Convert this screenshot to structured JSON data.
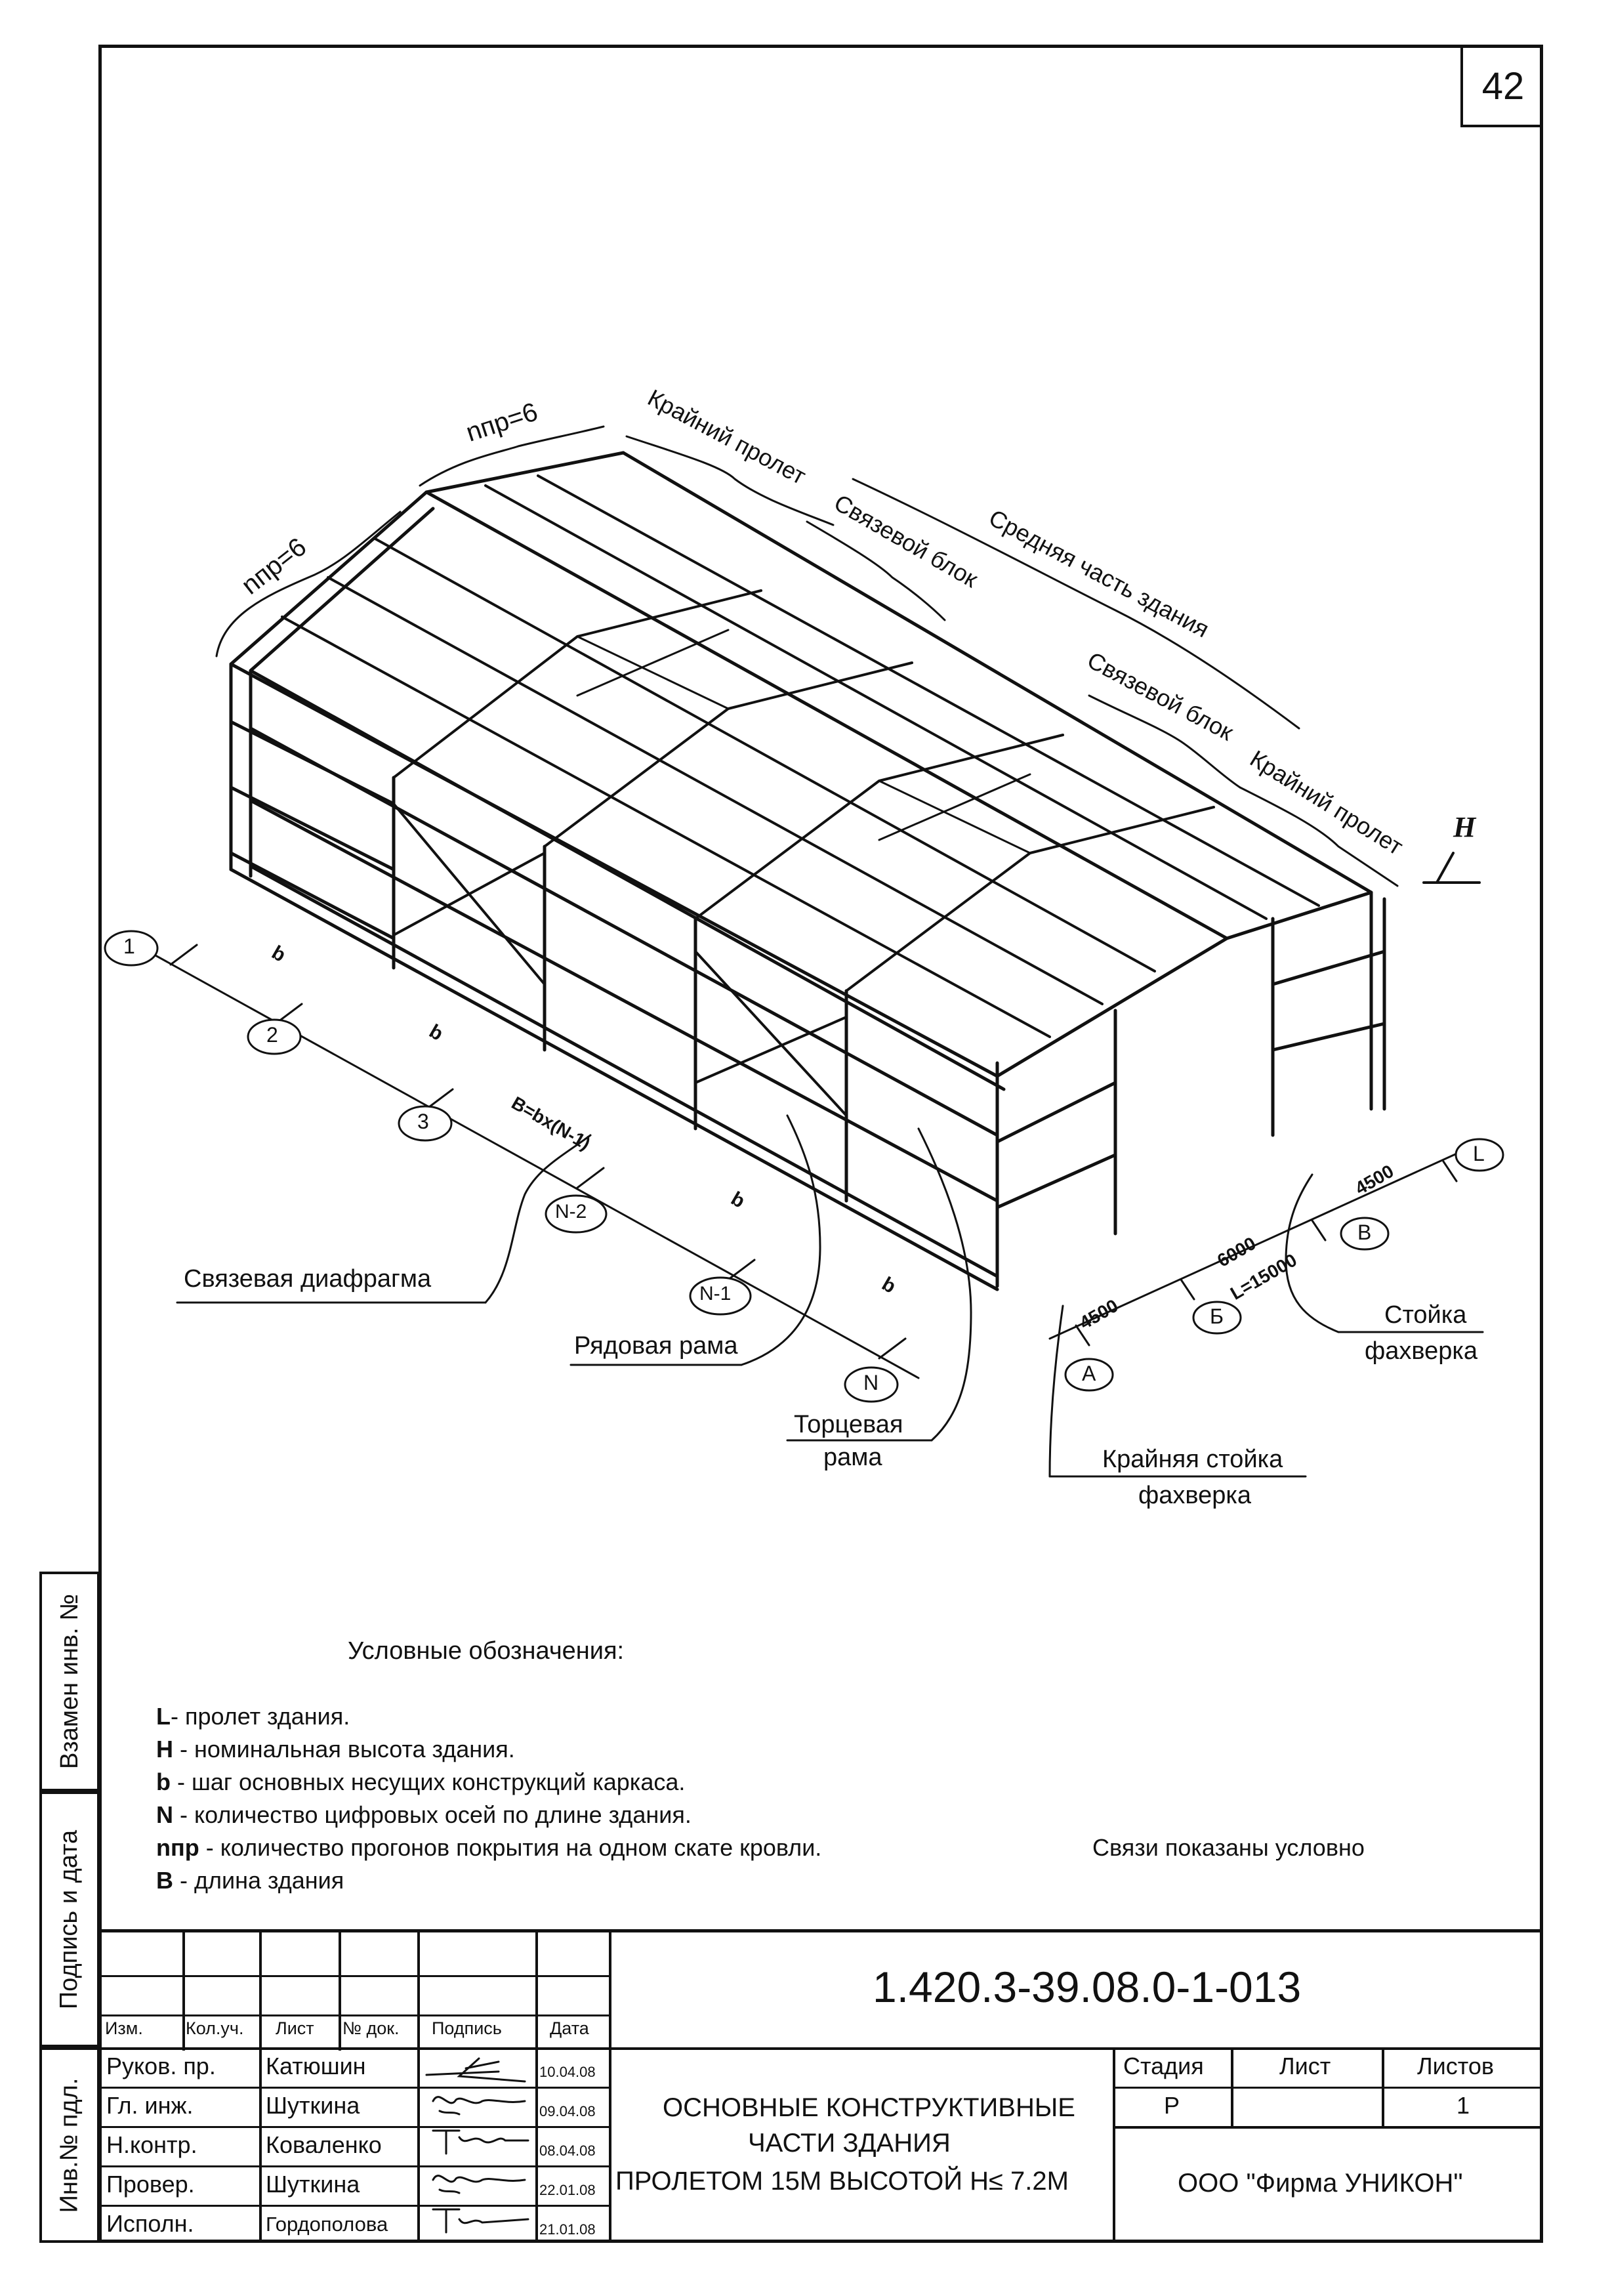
{
  "page_number": "42",
  "side_stamps": [
    "Взамен инв. №",
    "Подпись и дата",
    "Инв.№ пдл."
  ],
  "drawing": {
    "dim_labels": {
      "npr_left": "nпр=6",
      "npr_top": "nпр=6",
      "edge_span_top": "Крайний пролет",
      "brace_block_top": "Связевой блок",
      "middle_part": "Средняя часть здания",
      "brace_block_bottom": "Связевой блок",
      "edge_span_bottom": "Крайний пролет",
      "height": "H",
      "step_1": "b",
      "step_2": "b",
      "step_3": "b",
      "step_4": "b",
      "length_formula": "B=bx(N-1)",
      "dim_4500_a": "4500",
      "dim_6000": "6000",
      "dim_L": "L=15000",
      "dim_4500_b": "4500"
    },
    "axes_numeric": [
      "1",
      "2",
      "3",
      "N-2",
      "N-1",
      "N"
    ],
    "axes_letter": [
      "A",
      "Б",
      "В",
      "L"
    ],
    "callouts": {
      "brace_diaphragm": "Связевая диафрагма",
      "row_frame": "Рядовая рама",
      "end_frame_1": "Торцевая",
      "end_frame_2": "рама",
      "edge_post_1": "Крайняя стойка",
      "edge_post_2": "фахверка",
      "post_1": "Стойка",
      "post_2": "фахверка"
    }
  },
  "legend": {
    "title": "Условные обозначения:",
    "items": [
      {
        "sym": "L",
        "text": "- пролет здания."
      },
      {
        "sym": "H",
        "text": " - номинальная высота здания."
      },
      {
        "sym": "b",
        "text": " - шаг основных несущих конструкций каркаса."
      },
      {
        "sym": "N",
        "text": " - количество цифровых осей по длине здания."
      },
      {
        "sym": "nпр",
        "text": " - количество прогонов покрытия на одном скате кровли."
      },
      {
        "sym": "B",
        "text": " - длина здания"
      }
    ],
    "note": "Связи показаны условно"
  },
  "title_block": {
    "doc_code": "1.420.3-39.08.0-1-013",
    "headers": [
      "Изм.",
      "Кол.уч.",
      "Лист",
      "№ док.",
      "Подпись",
      "Дата"
    ],
    "rows": [
      {
        "role": "Руков. пр.",
        "name": "Катюшин",
        "date": "10.04.08"
      },
      {
        "role": "Гл. инж.",
        "name": "Шуткина",
        "date": "09.04.08"
      },
      {
        "role": "Н.контр.",
        "name": "Коваленко",
        "date": "08.04.08"
      },
      {
        "role": "Провер.",
        "name": "Шуткина",
        "date": "22.01.08"
      },
      {
        "role": "Исполн.",
        "name": "Гордополова",
        "date": "21.01.08"
      }
    ],
    "title_lines": [
      "ОСНОВНЫЕ КОНСТРУКТИВНЫЕ",
      "ЧАСТИ ЗДАНИЯ",
      "ПРОЛЕТОМ 15М ВЫСОТОЙ H≤ 7.2М"
    ],
    "stage_header": "Стадия",
    "sheet_header": "Лист",
    "sheets_header": "Листов",
    "stage": "Р",
    "sheet": "",
    "sheets": "1",
    "company": "ООО \"Фирма УНИКОН\""
  }
}
